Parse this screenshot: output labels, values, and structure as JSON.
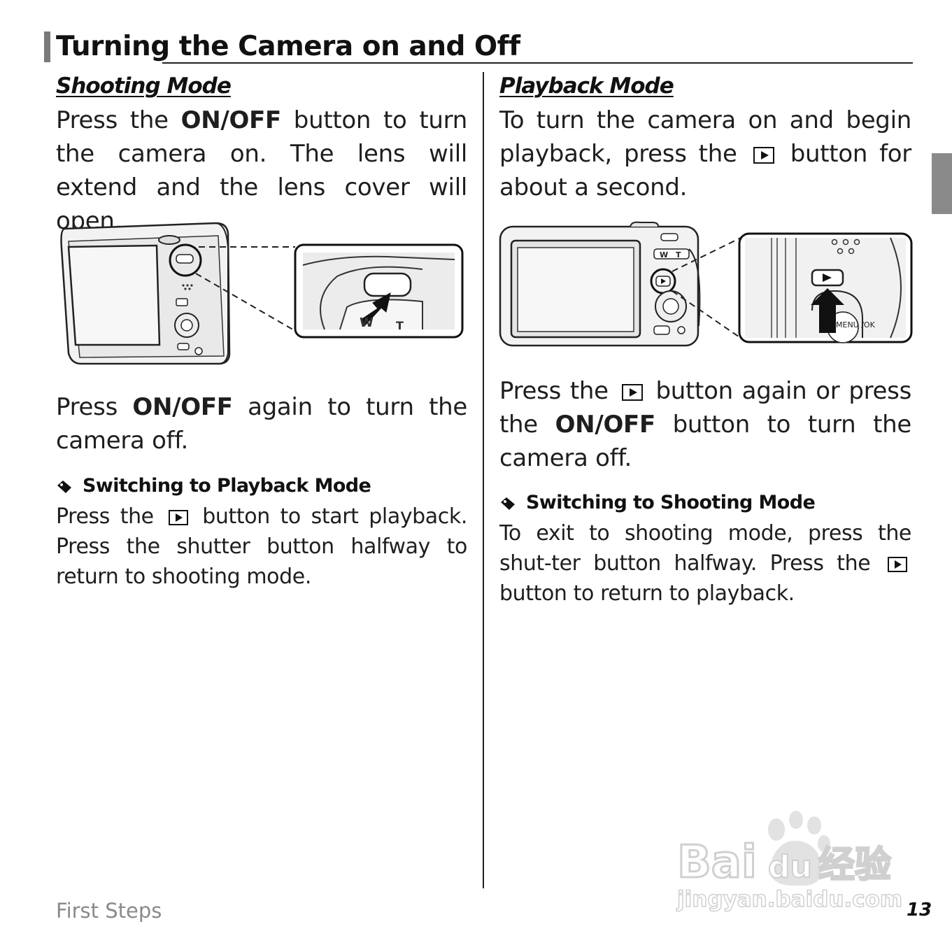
{
  "page": {
    "title": "Turning the Camera on and Off",
    "section": "First Steps",
    "page_number": "13"
  },
  "left": {
    "heading": "Shooting Mode",
    "para1": {
      "t1": "Press the ",
      "b1": "ON/OFF",
      "t2": " button to turn the camera on.  The lens will extend and the lens cover will open."
    },
    "para2": {
      "t1": "Press ",
      "b1": "ON/OFF",
      "t2": " again to turn the camera off."
    },
    "tip": {
      "heading": "Switching to Playback Mode",
      "t1": "Press the ",
      "icon": "playback-icon",
      "t2": " button to start playback. Press the shutter button halfway to return to shooting mode."
    },
    "figure": {
      "zoom_labels": [
        "W",
        "T"
      ]
    }
  },
  "right": {
    "heading": "Playback Mode",
    "para1": {
      "t1": "To turn the camera on and begin playback, press the ",
      "icon": "playback-icon",
      "t2": " button for about a second."
    },
    "para2": {
      "t1": "Press the ",
      "icon": "playback-icon",
      "t2": " button again or press the ",
      "b1": "ON/OFF",
      "t3": " button to turn the camera off."
    },
    "tip": {
      "heading": "Switching to Shooting Mode",
      "t1": "To exit to shooting mode, press the shut-ter button halfway.  Press the ",
      "icon": "playback-icon",
      "t2": " button to return to playback."
    },
    "figure": {
      "zoom_labels": [
        "W",
        "T"
      ],
      "menu_label": "MENU /OK"
    }
  },
  "watermark": {
    "brand": "Bai",
    "brand2": "du",
    "cn": "经验",
    "url": "jingyan.baidu.com"
  },
  "colors": {
    "text": "#1e1e1e",
    "title_bar": "#7a7a7a",
    "side_tab": "#8a8a8a",
    "footer": "#8a8a8a"
  }
}
